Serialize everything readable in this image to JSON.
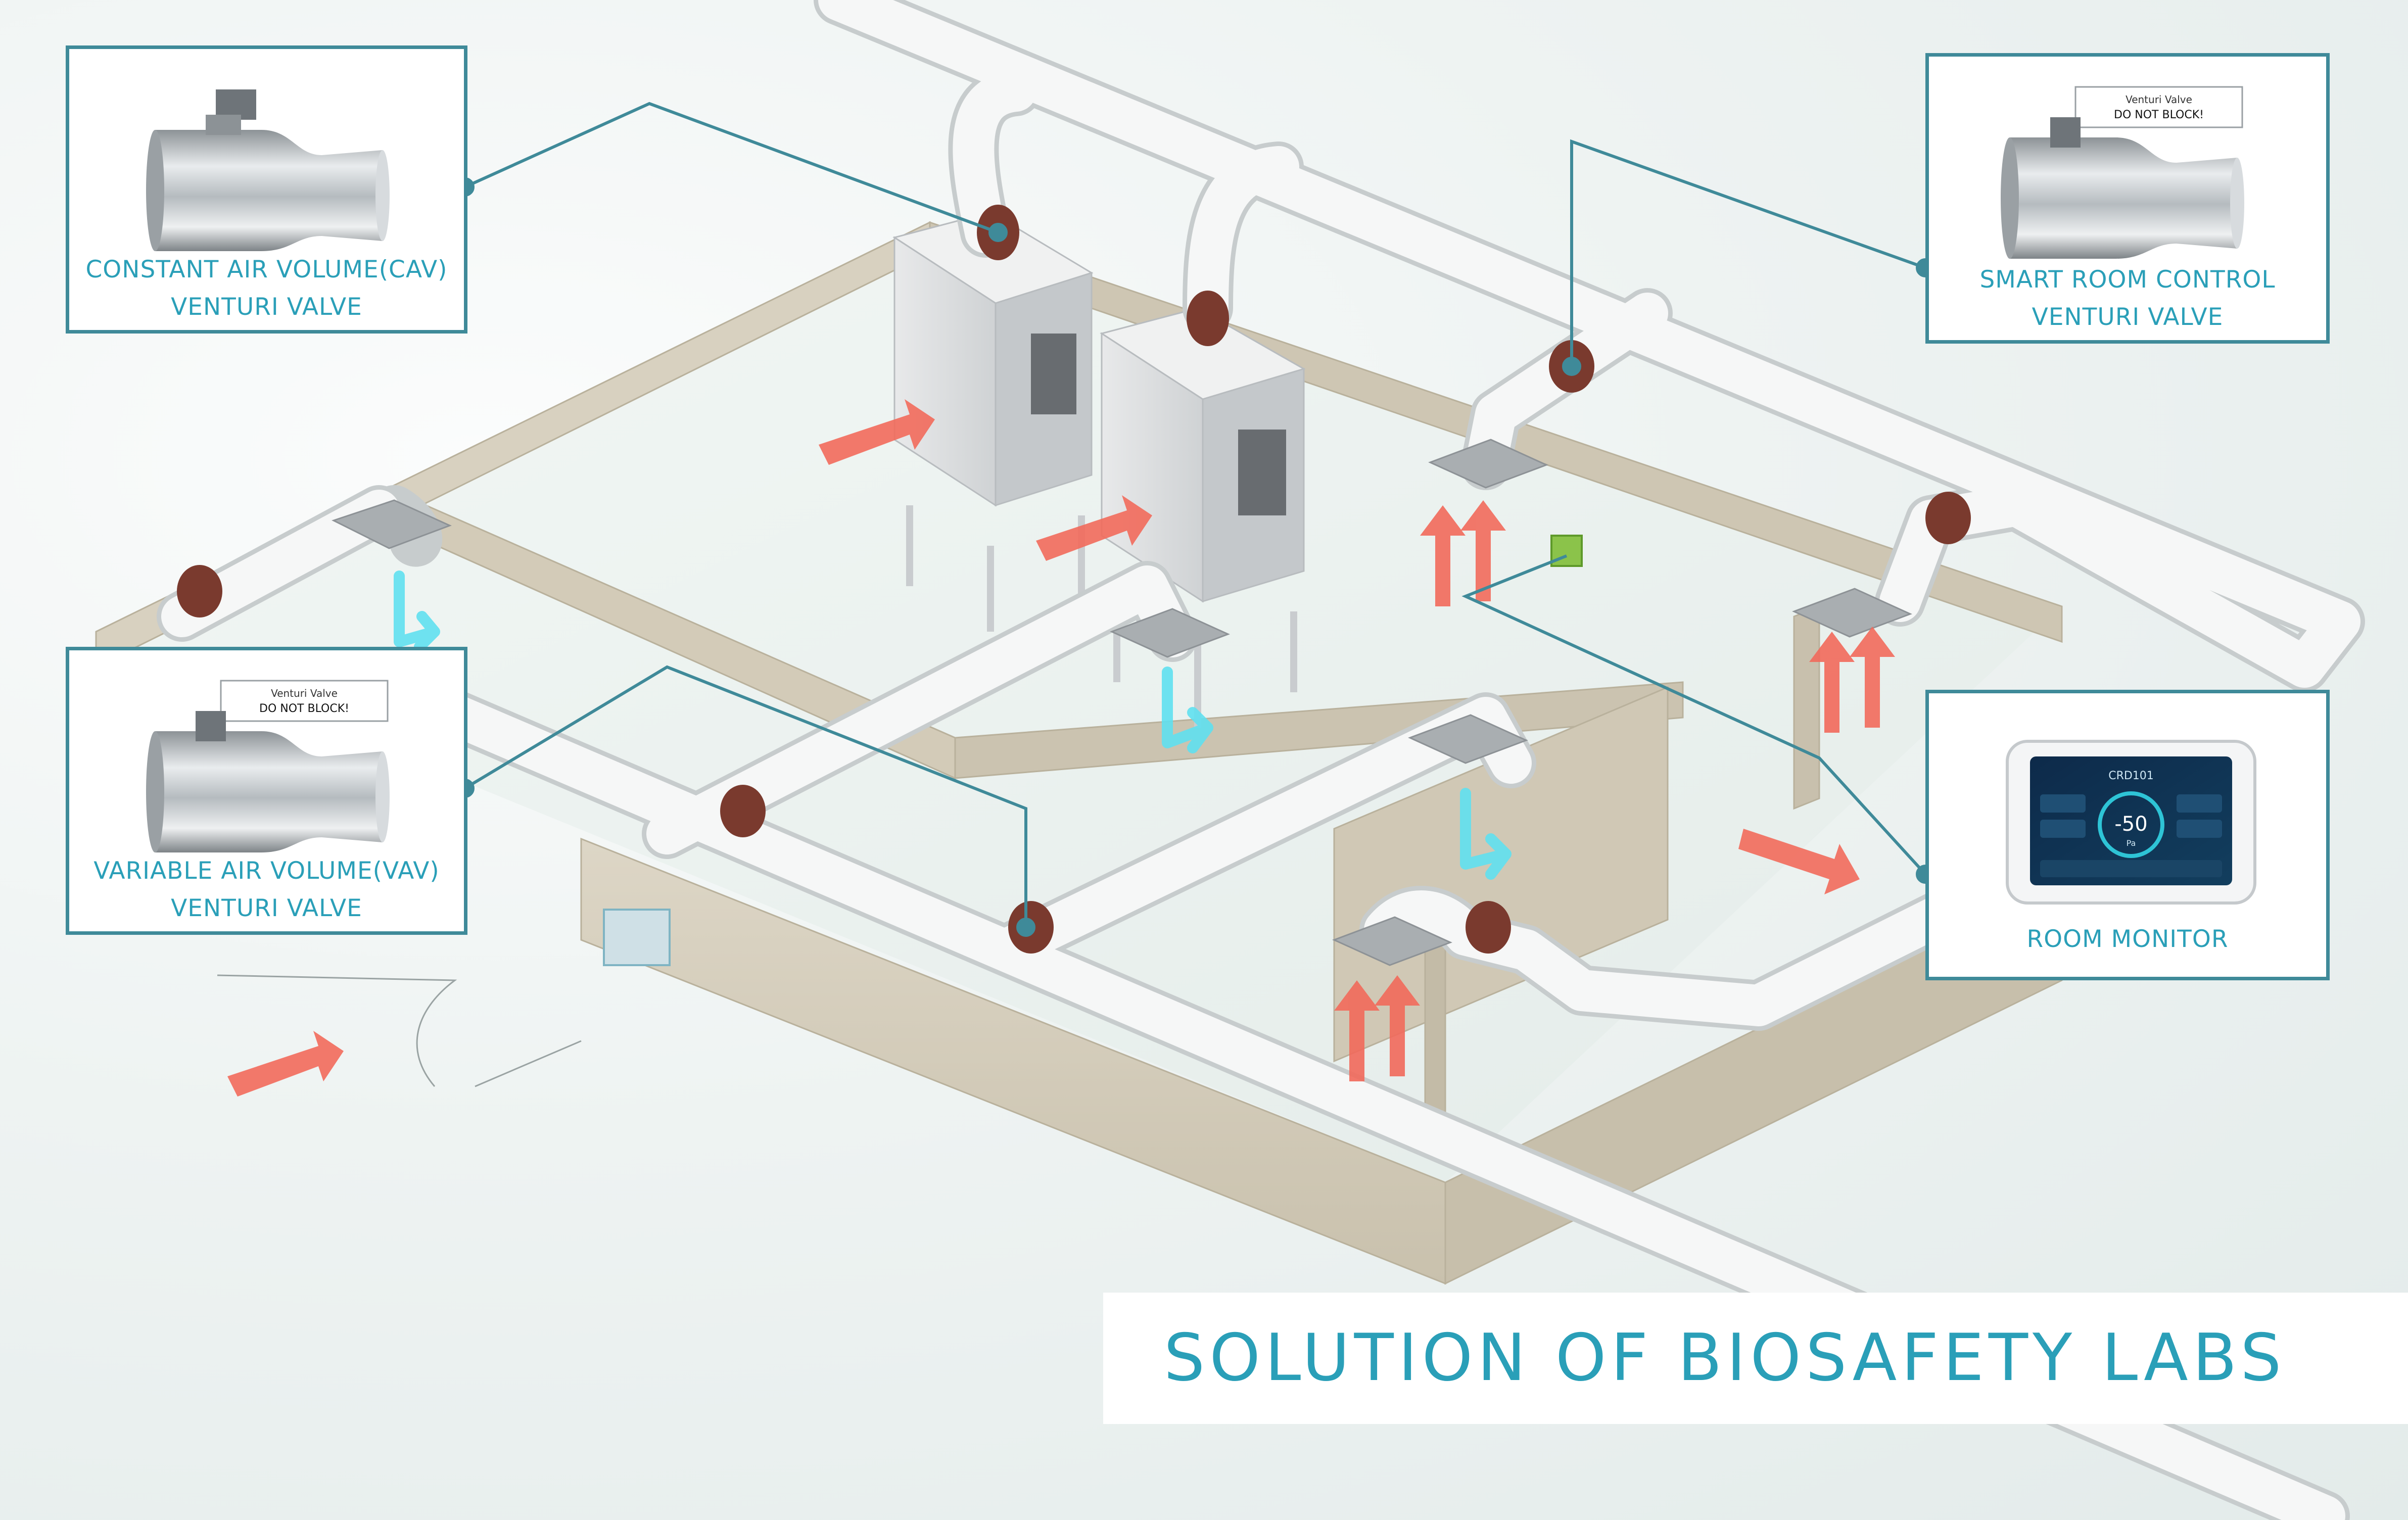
{
  "title": "SOLUTION OF BIOSAFETY LABS",
  "callouts": {
    "cav": {
      "line1": "CONSTANT AIR VOLUME(CAV)",
      "line2": "VENTURI VALVE"
    },
    "vav": {
      "line1": "VARIABLE AIR VOLUME(VAV)",
      "line2": "VENTURI VALVE"
    },
    "smart": {
      "line1": "SMART ROOM CONTROL",
      "line2": "VENTURI VALVE"
    },
    "monitor": {
      "line1": "ROOM MONITOR"
    }
  },
  "valve_tag": {
    "line1": "Venturi Valve",
    "line2": "DO NOT BLOCK!"
  },
  "monitor_screen": {
    "name": "CRD101",
    "reading": "-50",
    "unit": "Pa"
  },
  "colors": {
    "accent": "#2a9fb8",
    "callout_border": "#3f8a99",
    "supply_arrow": "#f26a5b",
    "exhaust_arrow": "#5fe0f0",
    "wall": "#d6cfbe",
    "duct": "#f4f5f5",
    "valve": "#7a3a2e"
  },
  "icons": [
    "supply-air-arrow-icon",
    "exhaust-air-arrow-icon",
    "venturi-valve-icon",
    "room-monitor-icon"
  ]
}
